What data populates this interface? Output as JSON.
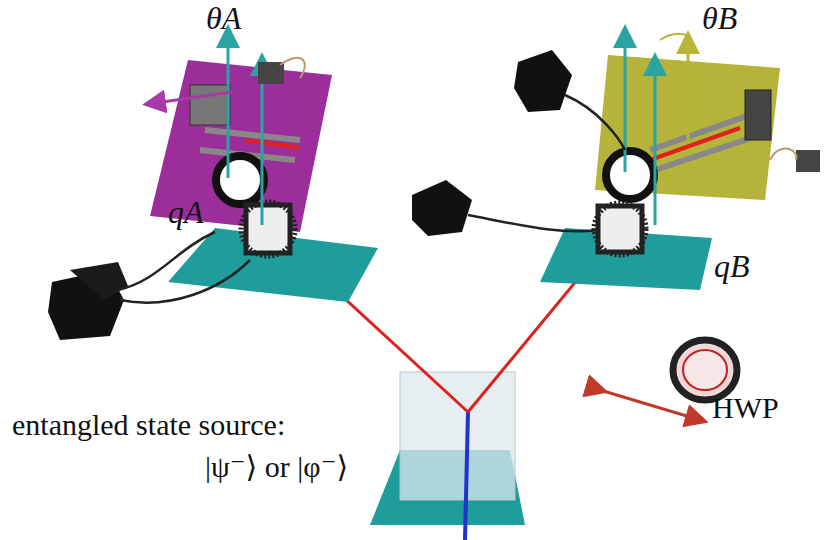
{
  "diagram": {
    "labels": [
      "θA",
      "θB",
      "qA",
      "qB",
      "HWP",
      "entangled state source:",
      "|ψ⁻⟩ or |φ⁻⟩"
    ]
  }
}
